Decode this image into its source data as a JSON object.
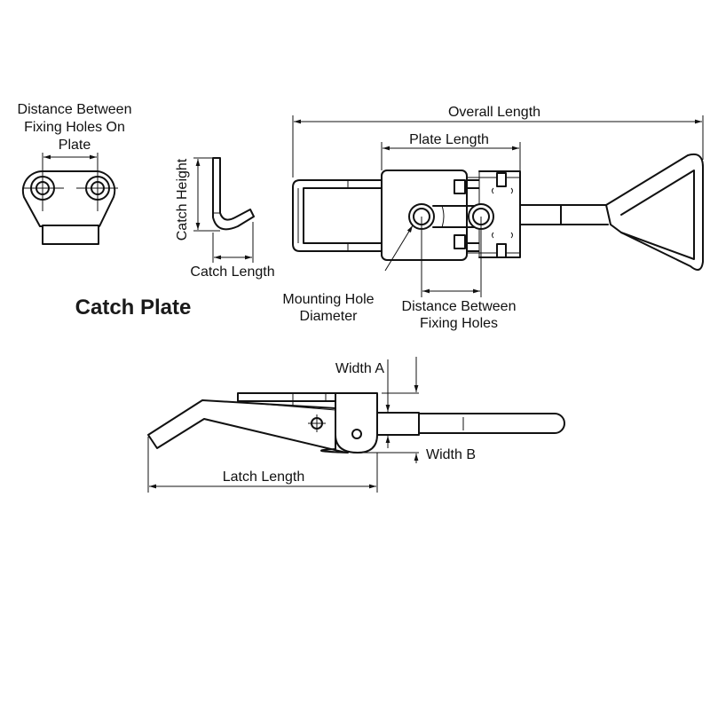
{
  "catch_plate": {
    "title": "Catch Plate",
    "hole_distance_label": [
      "Distance Between",
      "Fixing Holes On",
      "Plate"
    ],
    "catch_height_label": "Catch Height",
    "catch_length_label": "Catch Length"
  },
  "latch_top_view": {
    "overall_length_label": "Overall Length",
    "plate_length_label": "Plate Length",
    "mounting_hole_label": [
      "Mounting Hole",
      "Diameter"
    ],
    "fixing_holes_label": [
      "Distance Between",
      "Fixing Holes"
    ]
  },
  "latch_side_view": {
    "width_a_label": "Width A",
    "width_b_label": "Width B",
    "latch_length_label": "Latch Length"
  }
}
